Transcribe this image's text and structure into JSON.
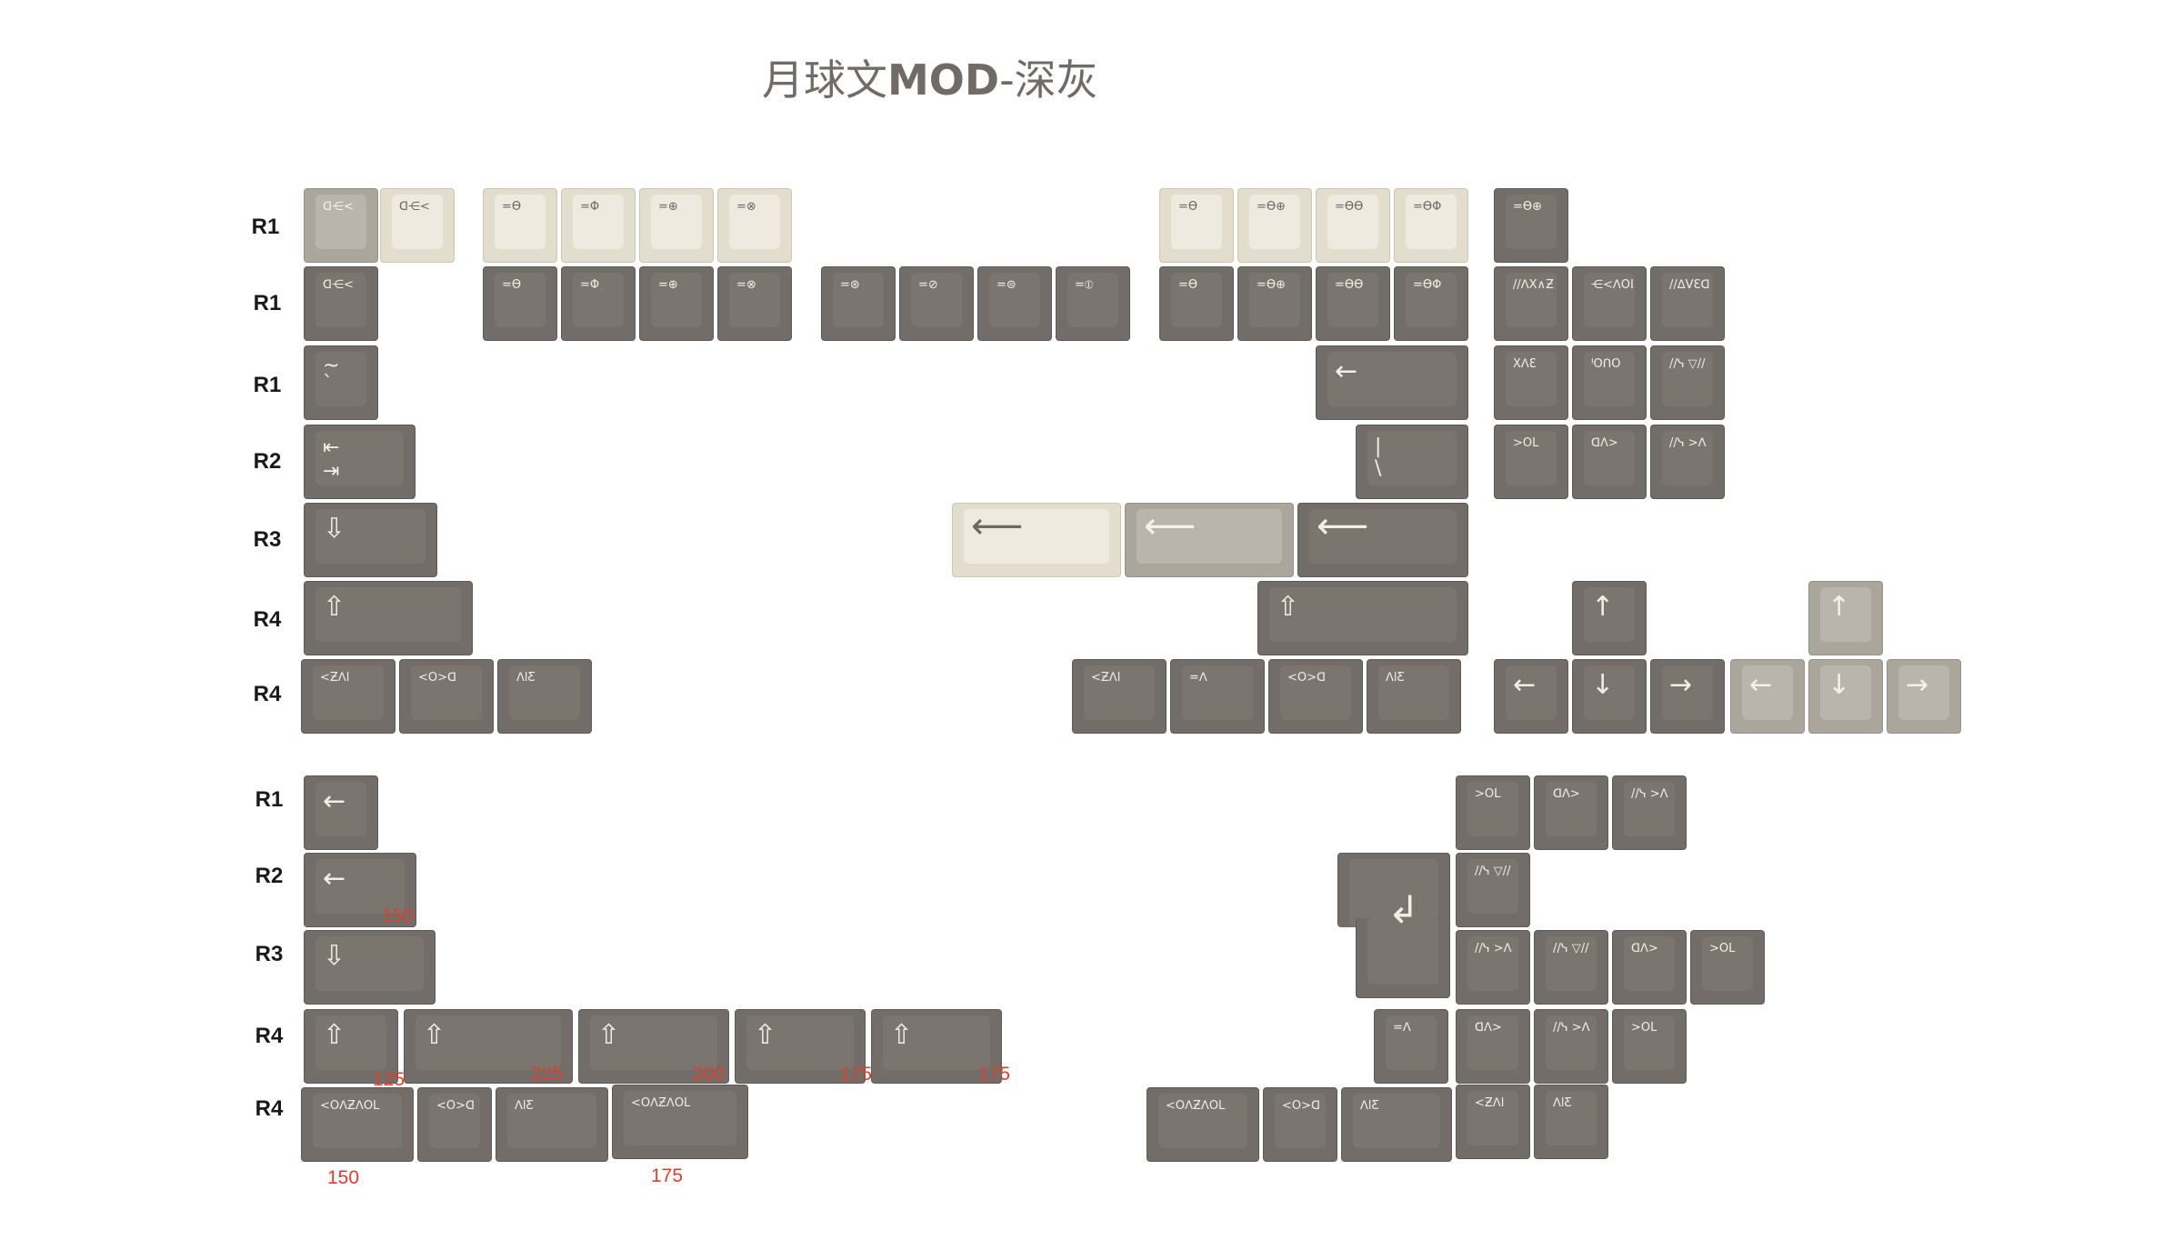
{
  "title_light": "月球文",
  "title_bold": "MOD",
  "title_rest": "-深灰",
  "colors": {
    "mod": "#726d68",
    "alpha": "#e3ddcd",
    "accent": "#aaa69c",
    "note": "#d8412f"
  },
  "row_labels": [
    "R1",
    "R1",
    "R1",
    "R2",
    "R3",
    "R4",
    "R4",
    "R1",
    "R2",
    "R3",
    "R4",
    "R4"
  ],
  "size_notes": [
    "150",
    "125",
    "225",
    "200",
    "175",
    "175",
    "150",
    "175"
  ],
  "legends": {
    "esc": "ᗡ⋲<",
    "f1": "=ϴ",
    "f2": "=Φ",
    "f3": "=⊕",
    "f4": "=⊗",
    "f5": "=⊛",
    "f6": "=⊘",
    "f7": "=⊜",
    "f8": "=⦶",
    "f9": "=ϴ",
    "f10": "=ϴ⊕",
    "f11": "=ϴϴ",
    "f12": "=ϴΦ",
    "f13": "=ϴ⊕",
    "prt": "//ᐱX∧Ƶ",
    "scr": "⋲<ᐱOLL",
    "pause": "//ᐃVƐᗡ",
    "grave": "~\n`",
    "backspace": "←",
    "ins": "XᐱƐ",
    "home": "ᑊOᑎO",
    "pgup": "//ᓭ ▽//",
    "tab": "⇤\n⇥",
    "backslash": "|\n\\",
    "del": ">OL",
    "end": "ᗡᐱ>",
    "pgdn": "//ᓭ >ᐱ",
    "caps": "⇩",
    "enter": "⟵",
    "shift": "⇧",
    "up": "↑",
    "left": "←",
    "down": "↓",
    "right": "→",
    "ctrl": "<Ƶᐱl",
    "win": "<O>ᗡ",
    "alt": "ᐱlƸ",
    "fn": "=ᐱ",
    "ctrl_long": "<OᐱƵᐱOL",
    "iso_enter": "↲",
    "del2": ">OL",
    "end2": "ᗡᐱ>",
    "pgdn2": "//ᓭ >ᐱ",
    "pgup2": "//ᓭ ▽//"
  }
}
